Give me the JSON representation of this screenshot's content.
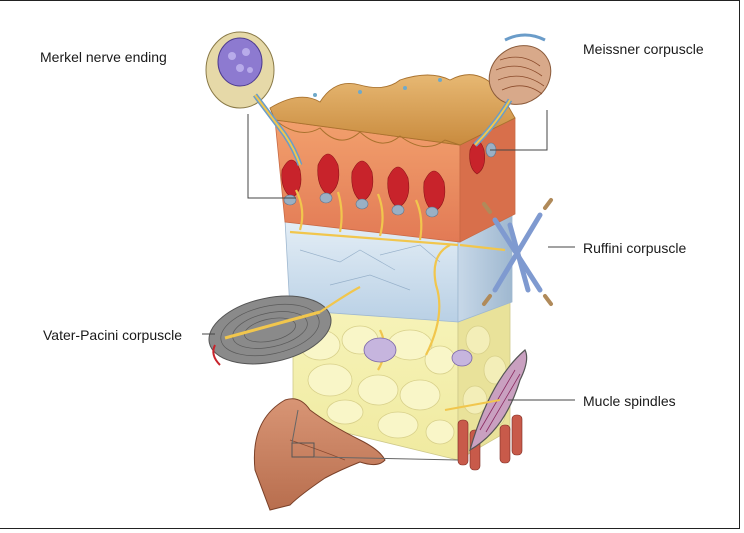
{
  "labels": {
    "merkel": "Merkel nerve ending",
    "meissner": "Meissner corpuscle",
    "ruffini": "Ruffini corpuscle",
    "pacini": "Vater-Pacini corpuscle",
    "spindles": "Mucle spindles"
  },
  "colors": {
    "epidermis": "#d9a25a",
    "dermis": "#e98a5e",
    "papilla": "#c8232b",
    "hypodermis": "#bcd2e6",
    "fat": "#f4ef9c",
    "nerve": "#f1c64d",
    "leader": "#444444"
  }
}
